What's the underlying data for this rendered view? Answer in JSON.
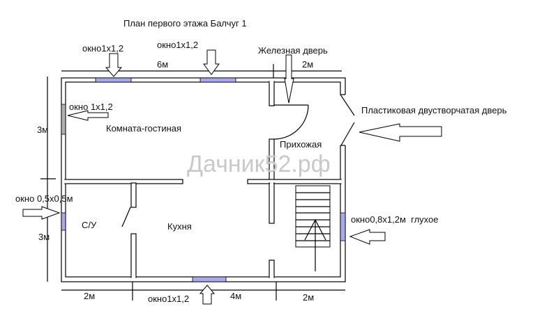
{
  "title": "План первого этажа Балчуг 1",
  "watermark": "Дачник52.рф",
  "colors": {
    "window": "#a8a8ec",
    "window_gray": "#b0b0b0",
    "watermark": "#c9c9c9"
  },
  "labels": {
    "top_window_1": "окно1х1,2",
    "top_window_2": "окно1х1,2",
    "dim_top_main": "6м",
    "iron_door": "Железная дверь",
    "dim_top_hall": "2м",
    "left_window": "окно 1х1,2",
    "dim_left_top": "3м",
    "living_room": "Комната-гостиная",
    "plastic_door": "Пластиковая двустворчатая дверь",
    "hallway": "Прихожая",
    "bath_window": "окно 0,5х0,5м",
    "bathroom": "С/У",
    "kitchen": "Кухня",
    "dim_left_bottom": "3м",
    "right_window": "окно0,8х1,2м  глухое",
    "dim_bottom_left": "2м",
    "bottom_window": "окно1х1,2",
    "dim_bottom_mid": "4м",
    "dim_bottom_right": "2м"
  }
}
